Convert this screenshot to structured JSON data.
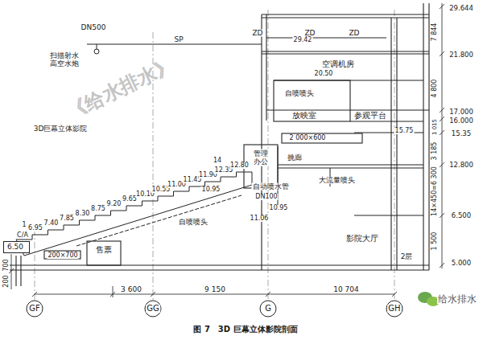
{
  "diagram": {
    "caption": "图 7　3D 巨幕立体影院剖面",
    "nodes": [
      {
        "text": [
          "6.50"
        ]
      }
    ],
    "labels": [
      "29.644",
      "DN500",
      "SP",
      "ZD",
      "ZD",
      "ZD",
      "29.42",
      "7 844",
      "扫描射水 高空水炮",
      "空调机房",
      "21.800",
      "20.50",
      "自喷喷头",
      "4 800",
      "3D巨幕立体影院",
      "放映室",
      "参观平台",
      "17.000",
      "16.000",
      "1 015",
      "15.75",
      "15.35",
      "2 000×600",
      "管理 办公",
      "挑廊",
      "大流量喷头",
      "3 185",
      "12.800",
      "6.95",
      "7.40",
      "7.85",
      "8.30",
      "8.75",
      "9.20",
      "9.65",
      "10.10",
      "10.55",
      "11.00",
      "11.45",
      "11.90",
      "12.35",
      "12.80",
      "14",
      "1",
      "C/A",
      "10.95",
      "自动喷水管",
      "DN100",
      "10.95",
      "11.06",
      "自喷喷头",
      "14×450=6 300",
      "6.500",
      "200×700",
      "售票",
      "影院大厅",
      "2层",
      "1 500",
      "5.000",
      "200",
      "700",
      "3 600",
      "9 150",
      "10 704",
      "GF",
      "GG",
      "G",
      "GH",
      "《给水排水》",
      "给水排水"
    ]
  }
}
